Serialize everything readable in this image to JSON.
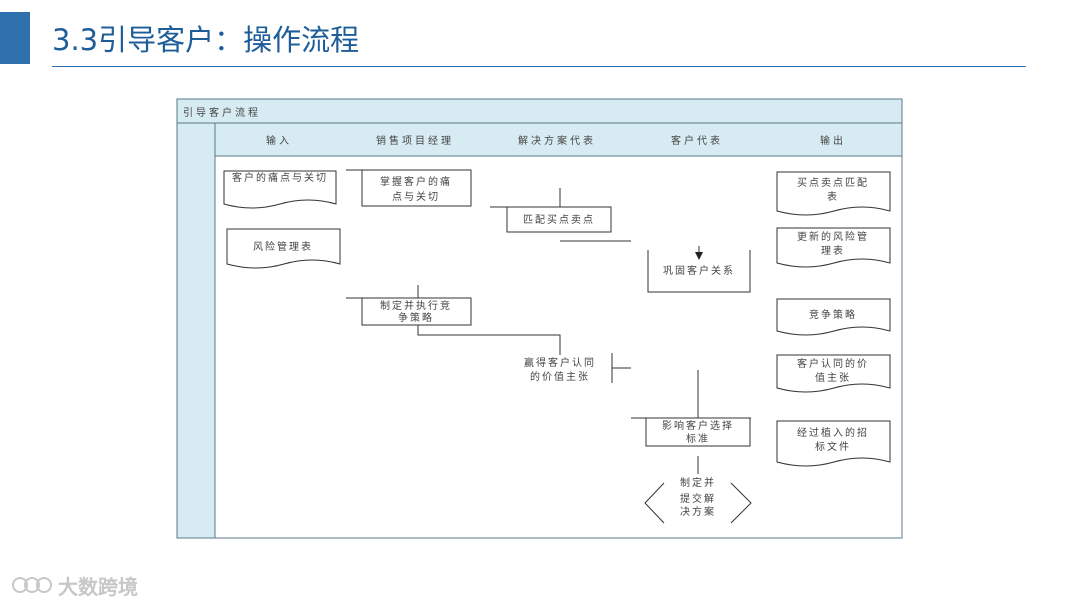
{
  "slide": {
    "title": "3.3引导客户：操作流程"
  },
  "diagram": {
    "title": "引导客户流程",
    "lanes": [
      "输入",
      "销售项目经理",
      "解决方案代表",
      "客户代表",
      "输出"
    ],
    "inputs": {
      "pain": "客户的痛点与关切",
      "risk": "风险管理表"
    },
    "steps": {
      "grasp": [
        "掌握客户的痛",
        "点与关切"
      ],
      "match": "匹配买点卖点",
      "consolidate": "巩固客户关系",
      "strategy": [
        "制定并执行竞",
        "争策略"
      ],
      "value": [
        "赢得客户认同",
        "的价值主张"
      ],
      "influence": [
        "影响客户选择",
        "标准"
      ],
      "submit": [
        "制定并",
        "提交解",
        "决方案"
      ]
    },
    "outputs": {
      "match_table": [
        "买点卖点匹配",
        "表"
      ],
      "risk_updated": [
        "更新的风险管",
        "理表"
      ],
      "strategy": "竞争策略",
      "value": [
        "客户认同的价",
        "值主张"
      ],
      "doc": [
        "经过植入的招",
        "标文件"
      ]
    }
  },
  "watermark": {
    "text": "大数跨境"
  },
  "colors": {
    "accent": "#2e6fad",
    "lane_fill": "#d7ecf2",
    "border": "#5a7a8a"
  }
}
